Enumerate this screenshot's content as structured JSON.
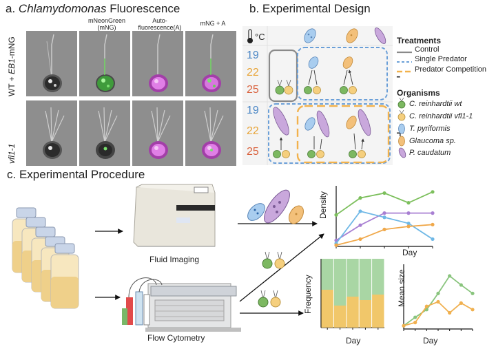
{
  "panel_a": {
    "title_prefix": "a.",
    "title_italic": "Chlamydomonas",
    "title_suffix": "Fluorescence",
    "columns": [
      {
        "line1": "",
        "line2": ""
      },
      {
        "line1": "mNeonGreen",
        "line2": "(mNG)"
      },
      {
        "line1": "Auto-",
        "line2": "fluorescence(A)"
      },
      {
        "line1": "mNG + A",
        "line2": ""
      }
    ],
    "rows": [
      {
        "pre": "WT + ",
        "italic": "EB1",
        "post": "-mNG"
      },
      {
        "pre": "",
        "italic": "vfl1-1",
        "post": ""
      }
    ]
  },
  "panel_b": {
    "title": "b. Experimental Design",
    "temp_unit": "°C",
    "temps": [
      "19",
      "22",
      "25"
    ],
    "temp_colors": [
      "#4a86c5",
      "#e8a53a",
      "#d9603b"
    ],
    "signs": [
      "-",
      "+"
    ],
    "legend": {
      "treatments_title": "Treatments",
      "treatments": [
        {
          "label": "Control",
          "color": "#8a8a8a",
          "style": "solid"
        },
        {
          "label": "Single Predator",
          "color": "#6a9fd8",
          "style": "dashed"
        },
        {
          "label": "Predator Competition",
          "color": "#f2b24c",
          "style": "longdash"
        }
      ],
      "organisms_title": "Organisms",
      "organisms": [
        {
          "label": "C. reinhardtii wt",
          "color": "#7cb861",
          "icon": "green-alga-icon"
        },
        {
          "label": "C. reinhardtii vfl1-1",
          "color": "#f5cf7e",
          "icon": "yellow-alga-icon"
        },
        {
          "label": "T. pyriformis",
          "color": "#a9cdef",
          "icon": "tetrahymena-icon"
        },
        {
          "label": "Glaucoma sp.",
          "color": "#f3c07a",
          "icon": "glaucoma-icon"
        },
        {
          "label": "P. caudatum",
          "color": "#c9a8dc",
          "icon": "paramecium-icon"
        }
      ]
    }
  },
  "panel_c": {
    "title": "c. Experimental Procedure",
    "fluid_label": "Fluid Imaging",
    "flow_label": "Flow Cytometry",
    "density_chart": {
      "ylabel": "Density",
      "xlabel": "Day"
    },
    "frequency_chart": {
      "ylabel": "Frequency",
      "xlabel": "Day"
    },
    "size_chart": {
      "ylabel": "Mean size",
      "xlabel": "Day"
    }
  },
  "chart_data": [
    {
      "type": "line",
      "xlabel": "Day",
      "ylabel": "Density",
      "x": [
        1,
        2,
        3,
        4,
        5
      ],
      "series": [
        {
          "color": "#7cbf5c",
          "values": [
            0.52,
            0.8,
            0.88,
            0.72,
            0.9
          ]
        },
        {
          "color": "#a87fd2",
          "values": [
            0.1,
            0.35,
            0.55,
            0.55,
            0.55
          ]
        },
        {
          "color": "#6fb8e6",
          "values": [
            0.05,
            0.58,
            0.48,
            0.38,
            0.12
          ]
        },
        {
          "color": "#f0a84a",
          "values": [
            0.02,
            0.12,
            0.28,
            0.33,
            0.36
          ]
        }
      ]
    },
    {
      "type": "bar",
      "stacked": true,
      "xlabel": "Day",
      "ylabel": "Frequency",
      "series": [
        {
          "color": "#f1c76a",
          "values": [
            0.55,
            0.32,
            0.45,
            0.4,
            0.48
          ]
        },
        {
          "color": "#a9d6a4",
          "values": [
            0.45,
            0.68,
            0.55,
            0.6,
            0.52
          ]
        }
      ]
    },
    {
      "type": "line",
      "xlabel": "Day",
      "ylabel": "Mean size",
      "x": [
        1,
        2,
        3,
        4,
        5,
        6,
        7
      ],
      "series": [
        {
          "color": "#89c47d",
          "values": [
            0.05,
            0.18,
            0.3,
            0.55,
            0.82,
            0.68,
            0.55
          ]
        },
        {
          "color": "#f0b04f",
          "values": [
            0.05,
            0.1,
            0.35,
            0.42,
            0.25,
            0.4,
            0.3
          ]
        }
      ]
    }
  ]
}
